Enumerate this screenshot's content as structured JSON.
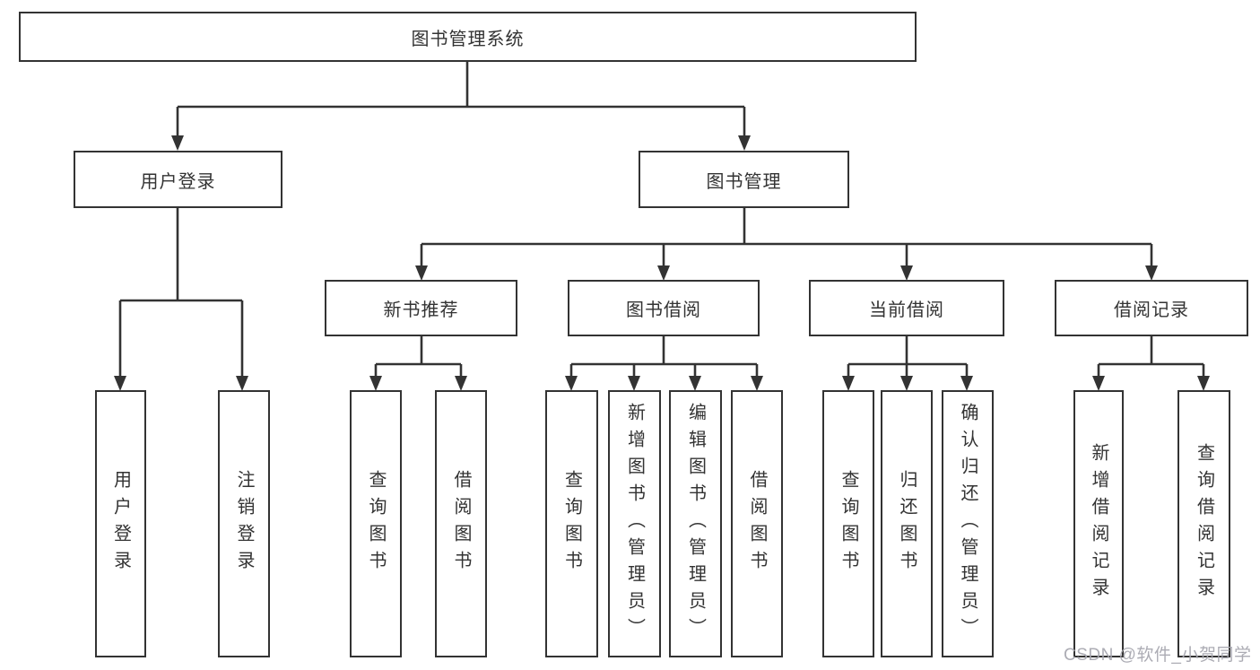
{
  "tree": {
    "label": "图书管理系统",
    "children": [
      {
        "label": "用户登录",
        "children": [
          {
            "label": "用户登录"
          },
          {
            "label": "注销登录"
          }
        ]
      },
      {
        "label": "图书管理",
        "children": [
          {
            "label": "新书推荐",
            "children": [
              {
                "label": "查询图书"
              },
              {
                "label": "借阅图书"
              }
            ]
          },
          {
            "label": "图书借阅",
            "children": [
              {
                "label": "查询图书"
              },
              {
                "label": "新增图书（管理员）"
              },
              {
                "label": "编辑图书（管理员）"
              },
              {
                "label": "借阅图书"
              }
            ]
          },
          {
            "label": "当前借阅",
            "children": [
              {
                "label": "查询图书"
              },
              {
                "label": "归还图书"
              },
              {
                "label": "确认归还（管理员）"
              }
            ]
          },
          {
            "label": "借阅记录",
            "children": [
              {
                "label": "新增借阅记录"
              },
              {
                "label": "查询借阅记录"
              }
            ]
          }
        ]
      }
    ]
  },
  "watermark": {
    "text": "CSDN @软件_小贺同学"
  },
  "colors": {
    "line": "#333333",
    "box_border": "#333333",
    "text": "#333333",
    "watermark": "#a8a8b0",
    "background": "#ffffff"
  }
}
